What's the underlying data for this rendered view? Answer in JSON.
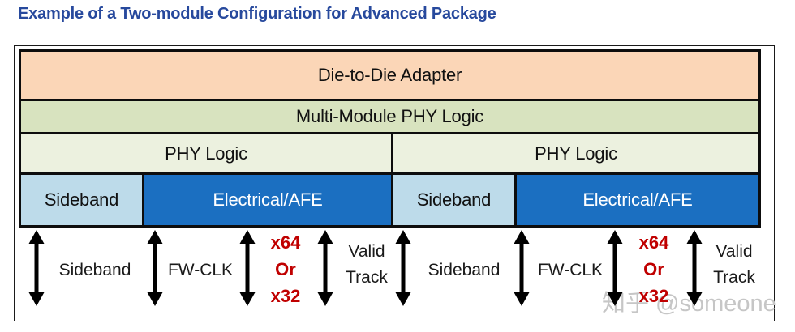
{
  "title": "Example of a Two-module Configuration for Advanced Package",
  "watermark": "知乎 @someone",
  "colors": {
    "title": "#27499d",
    "box-border": "#0d0d0d",
    "adapter-bg": "#fbd6b7",
    "mm-phy-bg": "#d8e3bf",
    "phy-bg": "#ecf1df",
    "sideband-bg": "#bddbea",
    "afe-bg": "#1b6fc1",
    "afe-text": "#ffffff",
    "lane-text": "#c00000",
    "arrow": "#000000",
    "watermark": "#c6c6c6"
  },
  "diagram": {
    "adapter_label": "Die-to-Die Adapter",
    "mm_phy_label": "Multi-Module PHY Logic",
    "modules": [
      {
        "phy_label": "PHY Logic",
        "sideband_label": "Sideband",
        "afe_label": "Electrical/AFE"
      },
      {
        "phy_label": "PHY Logic",
        "sideband_label": "Sideband",
        "afe_label": "Electrical/AFE"
      }
    ],
    "signals": [
      {
        "lines": [
          "Sideband"
        ]
      },
      {
        "lines": [
          "FW-CLK"
        ]
      },
      {
        "lines": [
          "x64",
          "Or",
          "x32"
        ],
        "highlight": true
      },
      {
        "lines": [
          "Valid",
          "Track"
        ]
      },
      {
        "lines": [
          "Sideband"
        ]
      },
      {
        "lines": [
          "FW-CLK"
        ]
      },
      {
        "lines": [
          "x64",
          "Or",
          "x32"
        ],
        "highlight": true
      },
      {
        "lines": [
          "Valid",
          "Track"
        ]
      }
    ]
  }
}
